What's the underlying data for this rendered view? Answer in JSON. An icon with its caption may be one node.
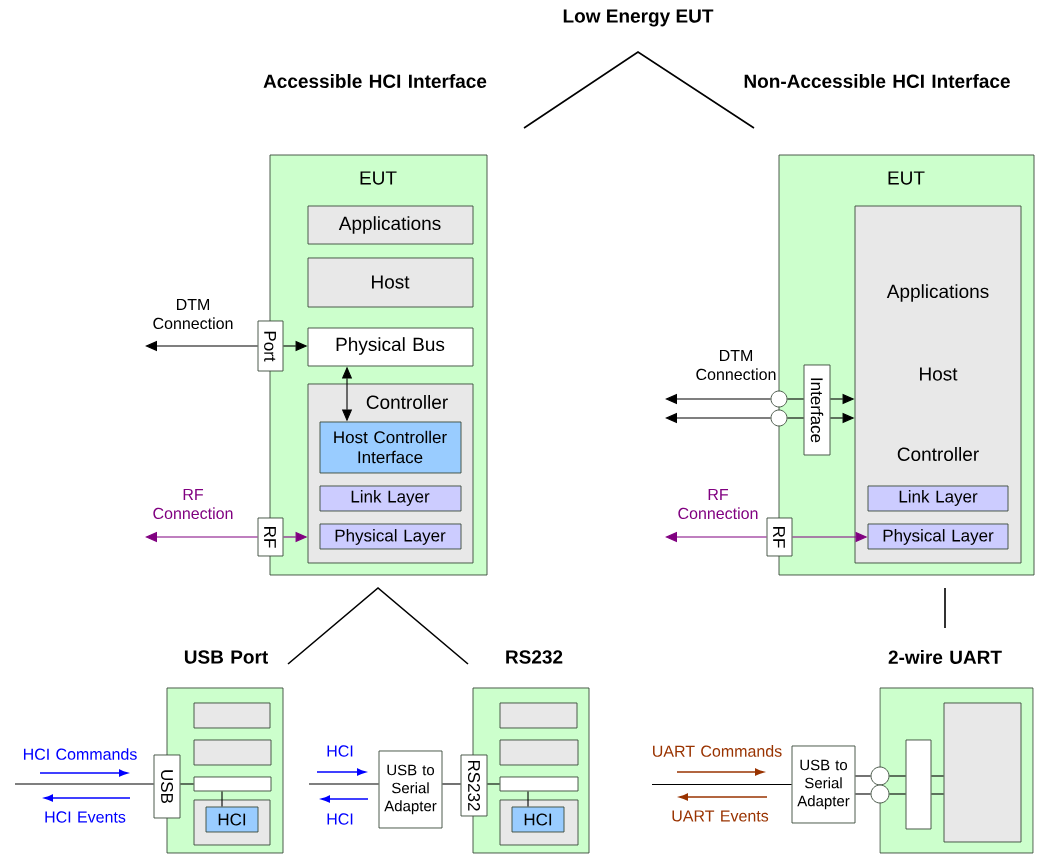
{
  "diagram": {
    "title": "Low Energy EUT",
    "nodes": [
      {
        "text": [
          "EUT"
        ]
      },
      {
        "text": [
          "Applications"
        ],
        "in": 0
      },
      {
        "text": [
          "Host"
        ],
        "in": 0
      },
      {
        "text": [
          "Physical Bus"
        ],
        "in": 0
      },
      {
        "text": [
          "Controller"
        ],
        "in": 0
      },
      {
        "text": [
          "Host Controller Interface"
        ],
        "in": 4
      },
      {
        "text": [
          "Link Layer"
        ],
        "in": 4
      },
      {
        "text": [
          "Physical Layer"
        ],
        "in": 4
      },
      {
        "text": [
          "Port"
        ]
      },
      {
        "text": [
          "RF"
        ]
      },
      {
        "text": [
          "EUT"
        ]
      },
      {
        "text": [
          "Applications",
          "Host",
          "Controller"
        ],
        "in": 10
      },
      {
        "text": [
          "Link Layer"
        ],
        "in": 11
      },
      {
        "text": [
          "Physical Layer"
        ],
        "in": 11
      },
      {
        "text": [
          "Interface"
        ],
        "in": 10
      },
      {
        "text": [
          "RF"
        ]
      },
      {
        "text": [],
        "shape": "circle"
      },
      {
        "text": [],
        "shape": "circle"
      },
      {
        "text": [],
        "shape": "box"
      },
      {
        "text": [],
        "shape": "box",
        "in": 18
      },
      {
        "text": [],
        "shape": "box",
        "in": 18
      },
      {
        "text": [],
        "shape": "box",
        "in": 18
      },
      {
        "text": [],
        "shape": "box",
        "in": 18
      },
      {
        "text": [
          "HCI"
        ],
        "in": 22
      },
      {
        "text": [
          "USB"
        ]
      },
      {
        "text": [
          "USB to Serial Adapter"
        ]
      },
      {
        "text": [
          "RS232"
        ]
      },
      {
        "text": [],
        "shape": "box"
      },
      {
        "text": [],
        "shape": "box",
        "in": 27
      },
      {
        "text": [],
        "shape": "box",
        "in": 27
      },
      {
        "text": [],
        "shape": "box",
        "in": 27
      },
      {
        "text": [],
        "shape": "box",
        "in": 27
      },
      {
        "text": [
          "HCI"
        ],
        "in": 31
      },
      {
        "text": [
          "USB to Serial Adapter"
        ]
      },
      {
        "text": [],
        "shape": "circle"
      },
      {
        "text": [],
        "shape": "circle"
      },
      {
        "text": [],
        "shape": "box"
      },
      {
        "text": [],
        "shape": "box",
        "in": 36
      },
      {
        "text": [],
        "shape": "box",
        "in": 36
      }
    ],
    "edges": [
      {
        "from": 8,
        "to": null,
        "arrow": "to",
        "label": "DTM Connection"
      },
      {
        "from": 8,
        "to": 3,
        "arrow": "to"
      },
      {
        "from": 3,
        "to": 5,
        "arrow": "both"
      },
      {
        "from": 9,
        "to": null,
        "arrow": "to",
        "color": "#800080",
        "label": "RF Connection"
      },
      {
        "from": 9,
        "to": 4,
        "arrow": "to",
        "color": "#800080"
      },
      {
        "from": 16,
        "to": null,
        "arrow": "to",
        "label": "DTM Connection"
      },
      {
        "from": 17,
        "to": null,
        "arrow": "to"
      },
      {
        "from": 16,
        "to": 14,
        "arrow": "none"
      },
      {
        "from": 17,
        "to": 14,
        "arrow": "none"
      },
      {
        "from": 14,
        "to": 11,
        "arrow": "to"
      },
      {
        "from": 14,
        "to": 11,
        "arrow": "to"
      },
      {
        "from": 15,
        "to": null,
        "arrow": "to",
        "color": "#800080",
        "label": "RF Connection"
      },
      {
        "from": 15,
        "to": 13,
        "arrow": "to",
        "color": "#800080"
      },
      {
        "from": null,
        "to": 24,
        "arrow": "none"
      },
      {
        "from": 24,
        "to": 21,
        "arrow": "none"
      },
      {
        "from": 21,
        "to": 23,
        "arrow": "none"
      },
      {
        "from": null,
        "to": 25,
        "arrow": "none"
      },
      {
        "from": 25,
        "to": 26,
        "arrow": "none"
      },
      {
        "from": 26,
        "to": 30,
        "arrow": "none"
      },
      {
        "from": 30,
        "to": 32,
        "arrow": "none"
      },
      {
        "from": null,
        "to": 33,
        "arrow": "none"
      },
      {
        "from": 33,
        "to": 34,
        "arrow": "none"
      },
      {
        "from": 33,
        "to": 35,
        "arrow": "none"
      },
      {
        "from": 34,
        "to": 37,
        "arrow": "none"
      },
      {
        "from": 35,
        "to": 37,
        "arrow": "none"
      },
      {
        "from": 37,
        "to": 38,
        "arrow": "none"
      },
      {
        "from": 37,
        "to": 38,
        "arrow": "none"
      }
    ],
    "labels": [
      "Accessible HCI Interface",
      "Non-Accessible HCI Interface",
      "USB Port",
      "RS232",
      "2-wire UART",
      "HCI Commands",
      "HCI Events",
      "HCI",
      "HCI",
      "UART Commands",
      "UART Events"
    ]
  }
}
